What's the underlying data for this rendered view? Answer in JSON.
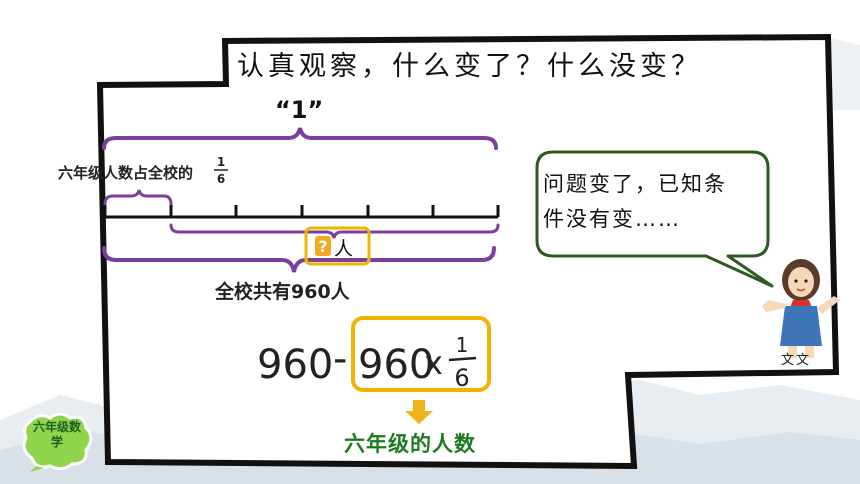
{
  "title": "认真观察，什么变了？什么没变？",
  "whole_label": "“1”",
  "grade_fraction_label": {
    "text": "六年级人数占全校的",
    "numerator": "1",
    "denominator": "6"
  },
  "unknown_mark": "?",
  "person_unit": "人",
  "total_label": "全校共有960人",
  "speech": "问题变了，已知条件没有变……",
  "formula": {
    "base": "960",
    "minus": "-",
    "term": "960",
    "times": "x",
    "numerator": "1",
    "denominator": "6"
  },
  "result_label": "六年级的人数",
  "character_name": "文文",
  "badge": "六年级数学",
  "colors": {
    "brace": "#7b3f9e",
    "highlight": "#f0b400",
    "result_green": "#1e7a1e",
    "badge_fill": "#8fd44a",
    "arrow": "#f2b21a"
  }
}
